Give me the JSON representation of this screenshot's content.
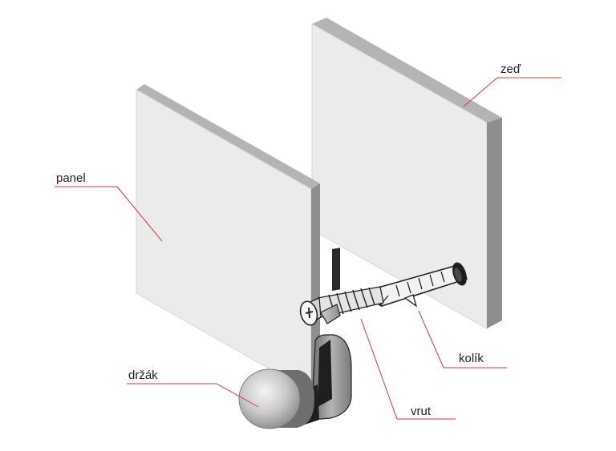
{
  "labels": {
    "wall": "zeď",
    "panel": "panel",
    "anchor": "kolík",
    "holder": "držák",
    "screw": "vrut"
  },
  "colors": {
    "leader": "#d8344a",
    "label_text": "#222222",
    "panel_face": "#ebebeb",
    "panel_edge": "#9a9a9a"
  }
}
